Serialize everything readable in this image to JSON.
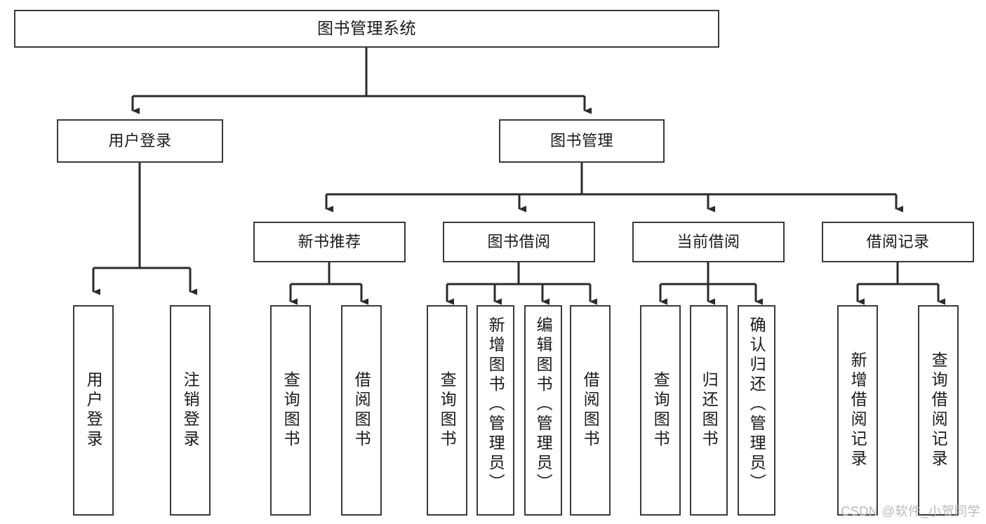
{
  "diagram": {
    "title": "图书管理系统",
    "type": "tree",
    "orientation": "top-down",
    "colors": {
      "box_border": "#3a3a3a",
      "box_fill": "#ffffff",
      "connector": "#2b2b2b",
      "text": "#1a1a1a",
      "watermark": "#b9b9b9",
      "background": "#ffffff"
    },
    "nodes": {
      "root": {
        "label": "图书管理系统"
      },
      "level2": [
        {
          "id": "user-login",
          "label": "用户登录"
        },
        {
          "id": "book-manage",
          "label": "图书管理"
        }
      ],
      "level3": [
        {
          "id": "new-book-recommend",
          "label": "新书推荐"
        },
        {
          "id": "book-borrow",
          "label": "图书借阅"
        },
        {
          "id": "current-borrow",
          "label": "当前借阅"
        },
        {
          "id": "borrow-record",
          "label": "借阅记录"
        }
      ],
      "leaves": [
        {
          "id": "leaf-user-login",
          "label": "用户登录",
          "parent": "user-login"
        },
        {
          "id": "leaf-logout-login",
          "label": "注销登录",
          "parent": "user-login"
        },
        {
          "id": "leaf-query-book-1",
          "label": "查询图书",
          "parent": "new-book-recommend"
        },
        {
          "id": "leaf-borrow-book-1",
          "label": "借阅图书",
          "parent": "new-book-recommend"
        },
        {
          "id": "leaf-query-book-2",
          "label": "查询图书",
          "parent": "book-borrow"
        },
        {
          "id": "leaf-add-book",
          "label": "新增图书（管理员）",
          "parent": "book-borrow"
        },
        {
          "id": "leaf-edit-book",
          "label": "编辑图书（管理员）",
          "parent": "book-borrow"
        },
        {
          "id": "leaf-borrow-book-2",
          "label": "借阅图书",
          "parent": "book-borrow"
        },
        {
          "id": "leaf-query-book-3",
          "label": "查询图书",
          "parent": "current-borrow"
        },
        {
          "id": "leaf-return-book",
          "label": "归还图书",
          "parent": "current-borrow"
        },
        {
          "id": "leaf-confirm-return",
          "label": "确认归还（管理员）",
          "parent": "current-borrow"
        },
        {
          "id": "leaf-add-record",
          "label": "新增借阅记录",
          "parent": "borrow-record"
        },
        {
          "id": "leaf-query-record",
          "label": "查询借阅记录",
          "parent": "borrow-record"
        }
      ]
    },
    "watermark": "CSDN @软件_小贺同学"
  }
}
